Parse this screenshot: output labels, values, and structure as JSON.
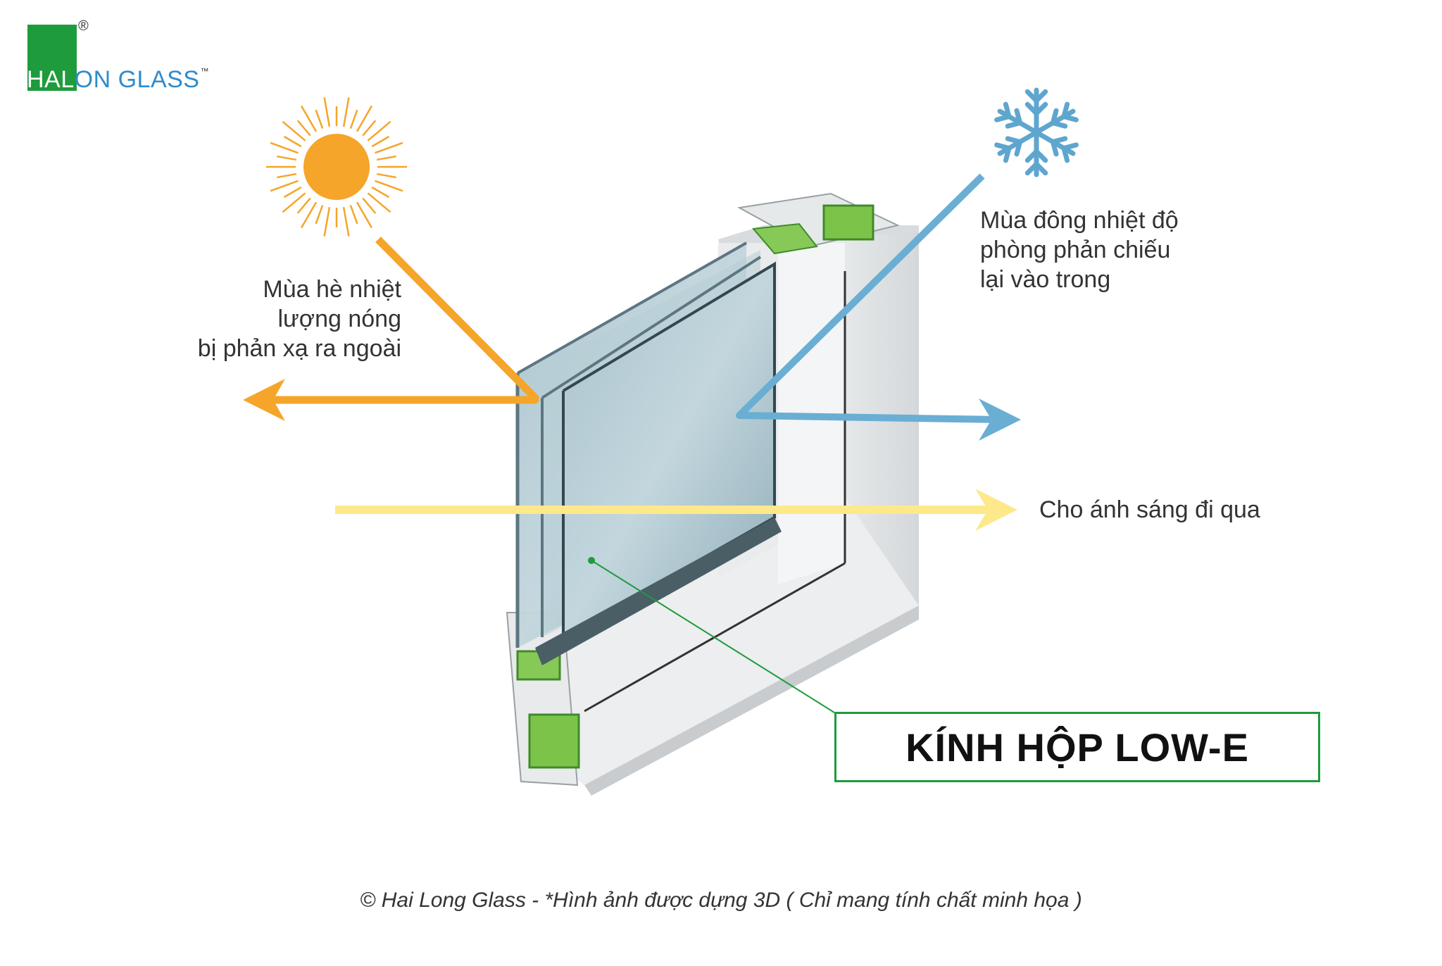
{
  "logo": {
    "name": "HALON GLASS",
    "part_white": "HAL",
    "part_blue": "ON GLASS",
    "trademark": "™",
    "registered": "®"
  },
  "labels": {
    "summer": [
      "Mùa hè nhiệt",
      "lượng nóng",
      "bị phản xạ ra ngoài"
    ],
    "winter": [
      "Mùa đông nhiệt độ",
      "phòng phản chiếu",
      "lại vào trong"
    ],
    "light": "Cho ánh sáng đi qua"
  },
  "product_label": "KÍNH HỘP LOW-E",
  "footer": "© Hai Long Glass - *Hình ảnh được dựng 3D ( Chỉ mang tính chất minh họa )",
  "icons": {
    "sun": "sun-icon",
    "snow": "snowflake-icon"
  },
  "colors": {
    "orange": "#f5a52a",
    "blue": "#6aaed3",
    "yellow": "#fde98a",
    "green": "#1e9b3c",
    "glass": "#9fbcc8"
  }
}
